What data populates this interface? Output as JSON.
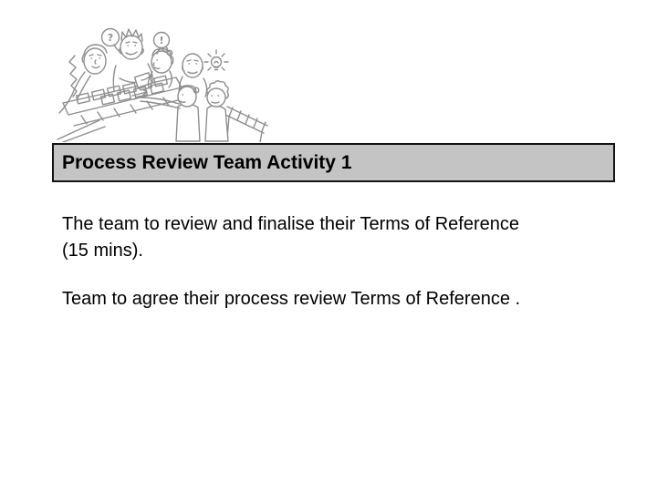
{
  "slide": {
    "background_color": "#ffffff",
    "title_bar": {
      "label": "Process Review Team Activity 1",
      "bg_color": "#c4c4c4",
      "border_color": "#141414",
      "text_color": "#000000"
    },
    "paragraphs": [
      {
        "lines": [
          "The team to review and finalise their Terms of Reference",
          "(15 mins)."
        ]
      },
      {
        "lines": [
          "Team to agree their process review Terms of Reference ."
        ]
      }
    ],
    "illustration": {
      "name": "team-meeting-clipart",
      "description": "Hand-drawn line art of six people collaborating around a tilted table covered with sticky notes, with question-mark and exclamation speech bubbles and a light-bulb idea symbol",
      "line_color": "#8e8e8e",
      "question_glyph": "?",
      "exclamation_glyph": "!"
    }
  }
}
